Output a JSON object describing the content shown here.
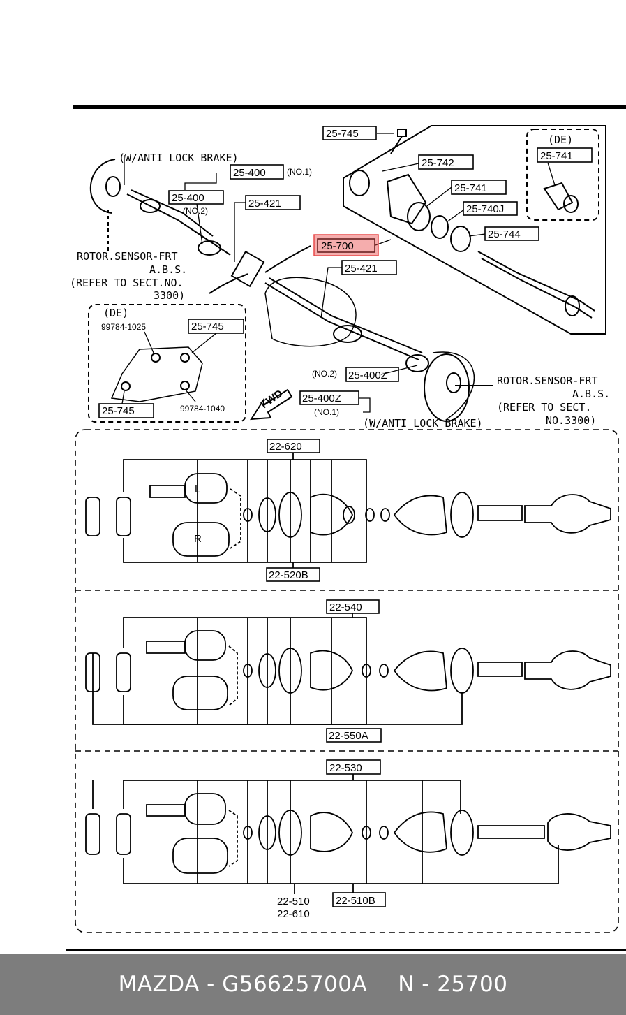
{
  "diagram": {
    "upper_labels": {
      "p25_745_top": "25-745",
      "anti_lock_top": "(W/ANTI LOCK BRAKE)",
      "p25_400_no1": "25-400",
      "no1_a": "(NO.1)",
      "p25_400_no2": "25-400",
      "no2_a": "(NO.2)",
      "p25_421_a": "25-421",
      "p25_742": "25-742",
      "p25_741_a": "25-741",
      "p25_740j": "25-740J",
      "p25_744": "25-744",
      "p25_700": "25-700",
      "p25_421_b": "25-421",
      "de_top": "(DE)",
      "p25_741_de": "25-741",
      "rotor_left_1": "ROTOR.SENSOR-FRT",
      "rotor_left_2": "A.B.S.",
      "rotor_left_3": "(REFER TO SECT.NO.",
      "rotor_left_4": "3300)",
      "de_left": "(DE)",
      "p99784_1025": "99784-1025",
      "p25_745_de_a": "25-745",
      "p25_745_de_b": "25-745",
      "p99784_1040": "99784-1040",
      "fwd": "FWD",
      "no2_b": "(NO.2)",
      "p25_400z_a": "25-400Z",
      "p25_400z_b": "25-400Z",
      "no1_b": "(NO.1)",
      "anti_lock_bottom": "(W/ANTI LOCK BRAKE)",
      "rotor_right_1": "ROTOR.SENSOR-FRT",
      "rotor_right_2": "A.B.S.",
      "rotor_right_3": "(REFER TO SECT.",
      "rotor_right_4": "NO.3300)"
    },
    "section1": {
      "top": "22-620",
      "bottom": "22-520B",
      "joint_l": "L",
      "joint_r": "R"
    },
    "section2": {
      "top": "22-540",
      "bottom": "22-550A"
    },
    "section3": {
      "top": "22-530",
      "bottom_a1": "22-510",
      "bottom_a2": "22-610",
      "bottom_b": "22-510B"
    },
    "highlight_color": "#e84a4a"
  },
  "footer": {
    "brand_part": "MAZDA - G56625700A",
    "ref": "N - 25700"
  }
}
